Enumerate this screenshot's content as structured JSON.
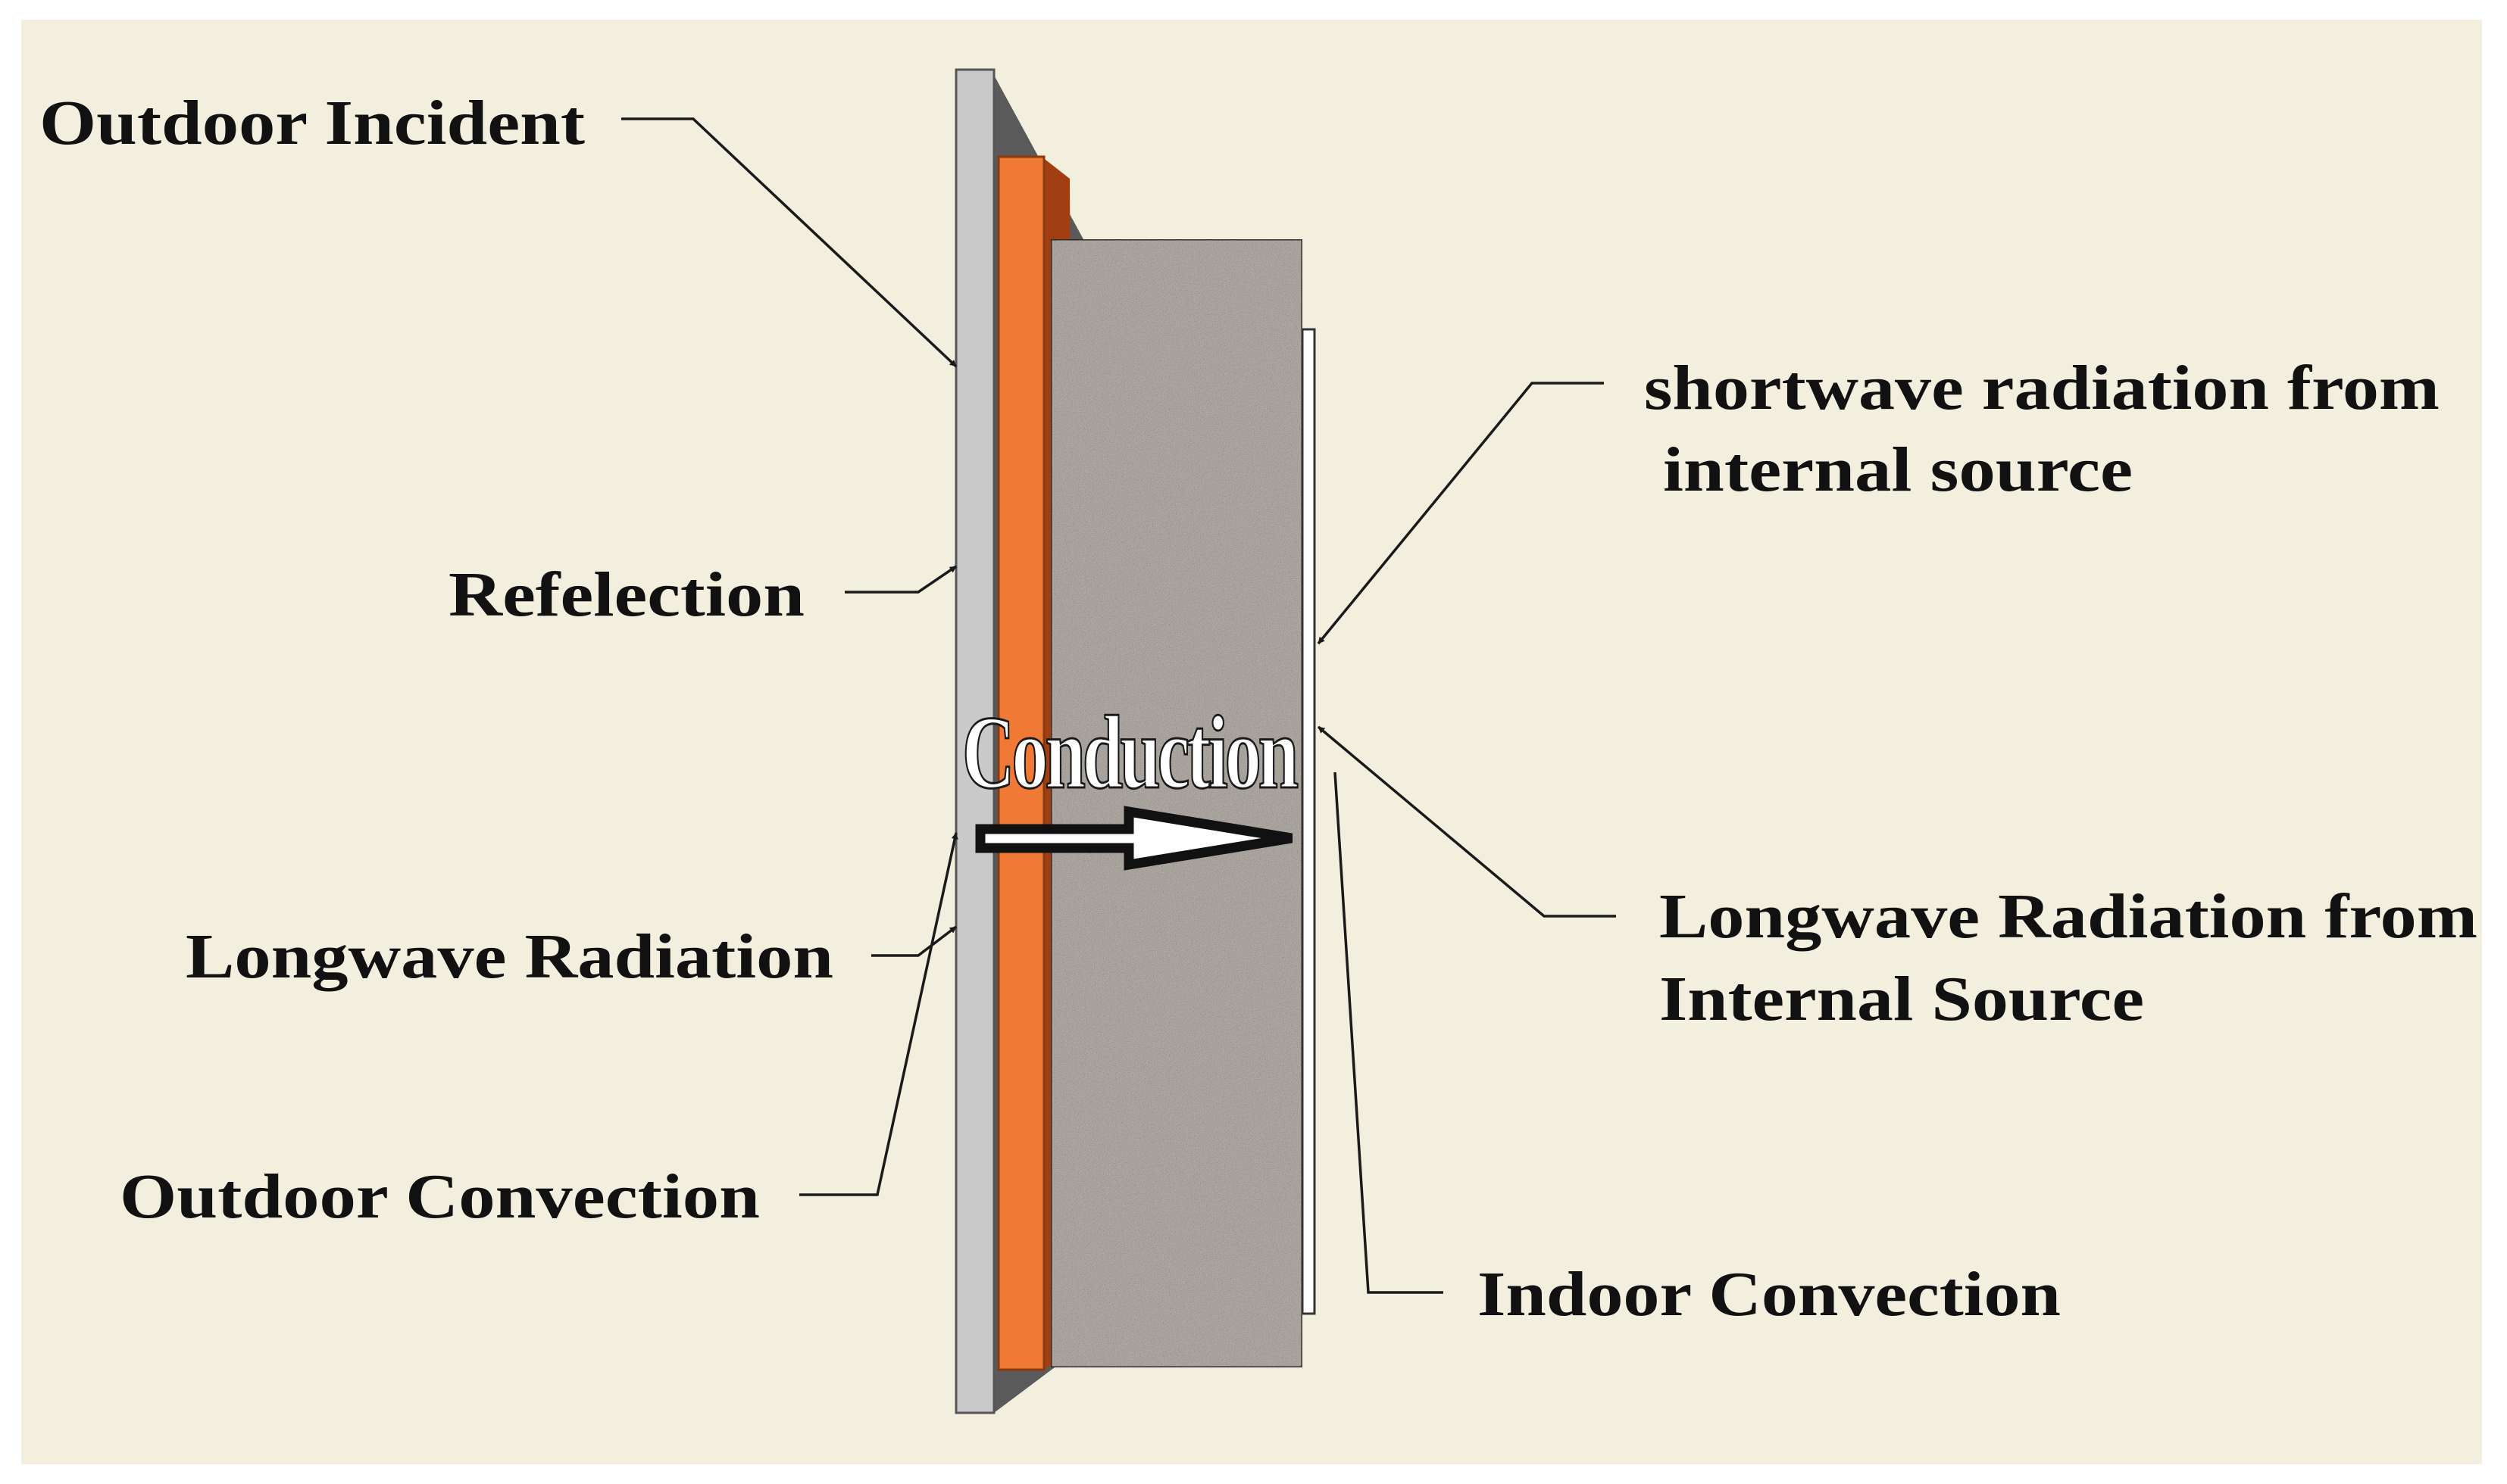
{
  "labels": {
    "outdoor_incident": "Outdoor Incident",
    "reflection": "Refelection",
    "longwave_radiation": "Longwave Radiation",
    "outdoor_convection": "Outdoor Convection",
    "shortwave_line1": "shortwave radiation from",
    "shortwave_line2": "internal source",
    "longwave_internal_line1": "Longwave Radiation from",
    "longwave_internal_line2": "Internal Source",
    "indoor_convection": "Indoor Convection",
    "conduction": "Conduction"
  },
  "colors": {
    "background": "#f3efdf",
    "outer_cladding": "#c9c9c9",
    "orange_layer": "#f07a35",
    "concrete_core": "#b9b3ad",
    "inner_finish": "#ffffff"
  }
}
